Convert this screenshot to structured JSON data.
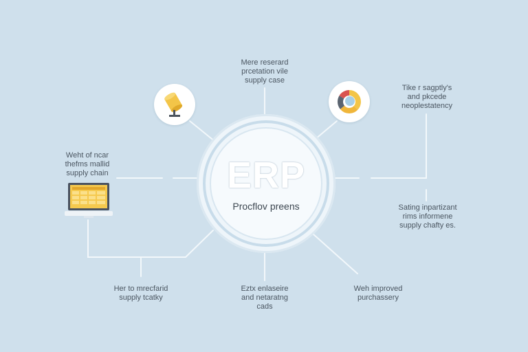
{
  "hub": {
    "title": "ERP",
    "subtitle": "Procflov preens"
  },
  "nodes": {
    "top_center": [
      "Mere reserard",
      "prcetation vile",
      "supply case"
    ],
    "top_right": [
      "Tike r sagptly's",
      "and pkcede",
      "neoplestatency"
    ],
    "left": [
      "Weht of ncar",
      "thefms mallid",
      "supply chain"
    ],
    "right": [
      "Sating inpartizant",
      "rims informene",
      "supply chafty es."
    ],
    "bottom_left": [
      "Her to mrecfarid",
      "supply tcatky"
    ],
    "bottom_center": [
      "Eztx enlaseire",
      "and netaratng",
      "cads"
    ],
    "bottom_right": [
      "Weh improved",
      "purchassery"
    ]
  },
  "icons": {
    "top_left": "cylinder-icon",
    "top_right": "donut-chart-icon",
    "left": "laptop-icon"
  },
  "colors": {
    "background": "#cfe0ec",
    "connector": "#f3f8fb",
    "accent_yellow": "#f3c548",
    "accent_red": "#d9534f",
    "accent_gray": "#5b6470",
    "accent_blue": "#a8cfe6"
  }
}
